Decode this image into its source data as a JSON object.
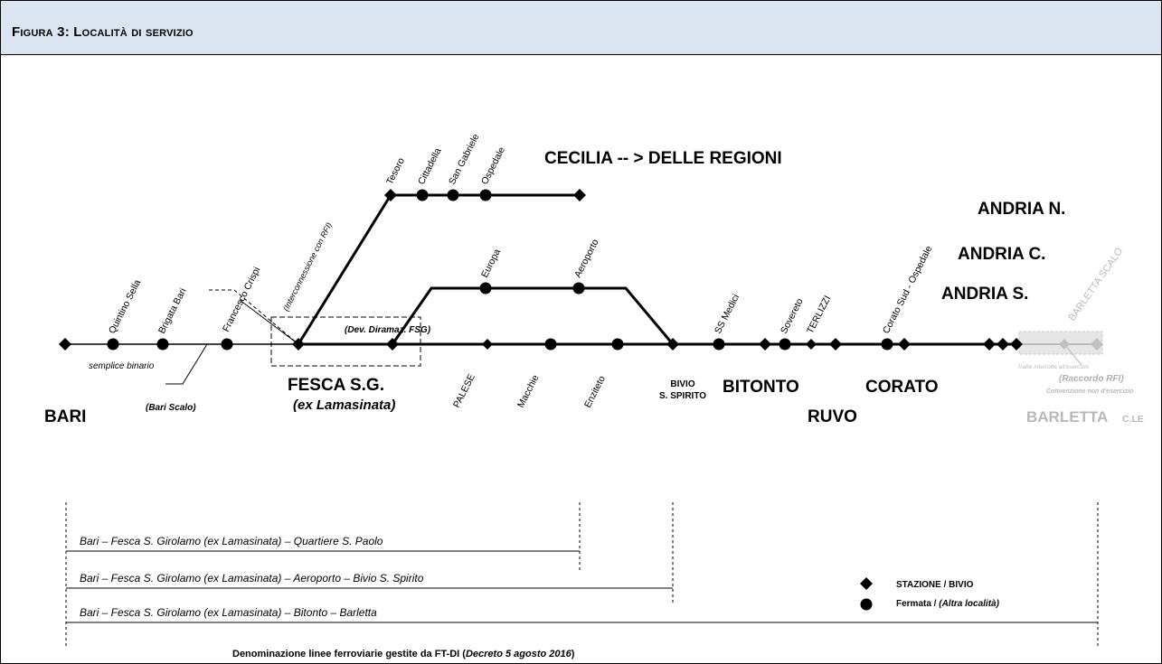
{
  "header": {
    "title": "Figura 3: Località di servizio"
  },
  "stations": {
    "quintino_sella": "Quintino Sella",
    "brigata_bari": "Brigata Bari",
    "francesco_crispi": "Francesco Crispi",
    "interconnessione": "(Interconnessione con RFI)",
    "tesoro": "Tesoro",
    "cittadella": "Cittadella",
    "san_gabriele": "San Gabriele",
    "ospedale": "Ospedale",
    "europa": "Europa",
    "aeroporto": "Aeroporto",
    "palese": "PALESE",
    "macchie": "Macchie",
    "enziteto": "Enziteto",
    "ss_medici": "SS Medici",
    "sovereto": "Sovereto",
    "terlizzi": "TERLIZZI",
    "corato_sud": "Corato Sud - Ospedale",
    "barletta_scalo": "BARLETTA SCALO"
  },
  "labels": {
    "cecilia": "CECILIA -- > DELLE REGIONI",
    "andria_n": "ANDRIA N.",
    "andria_c": "ANDRIA C.",
    "andria_s": "ANDRIA S.",
    "dev_diramaz": "(Dev. Diramaz. FSG)",
    "semplice_binario": "semplice binario",
    "bari_scalo": "(Bari Scalo)",
    "fesca": "FESCA S.G.",
    "ex_lamasinata": "(ex Lamasinata)",
    "bari": "BARI",
    "bivio_1": "BIVIO",
    "bivio_2": "S. SPIRITO",
    "bitonto": "BITONTO",
    "corato": "CORATO",
    "ruvo": "RUVO",
    "tratte_interrotte": "Tratte interrotte all'esercizio",
    "raccordo_rfi": "(Raccordo RFI)",
    "convenzione": "Convenzione non d'esercizio",
    "barletta": "BARLETTA",
    "barletta_suffix": "C.LE"
  },
  "lines": {
    "line1": "Bari – Fesca S. Girolamo (ex Lamasinata) – Quartiere S. Paolo",
    "line2": "Bari – Fesca S. Girolamo (ex Lamasinata) – Aeroporto – Bivio S. Spirito",
    "line3": "Bari – Fesca S. Girolamo (ex Lamasinata) – Bitonto – Barletta"
  },
  "legend": {
    "stazione": "STAZIONE / BIVIO",
    "fermata": "Fermata /",
    "altra": "(Altra località)"
  },
  "footer": {
    "prefix": "Denominazione linee ferroviarie gestite da FT-DI (",
    "decree": "Decreto 5 agosto 2016",
    "suffix": ")"
  }
}
